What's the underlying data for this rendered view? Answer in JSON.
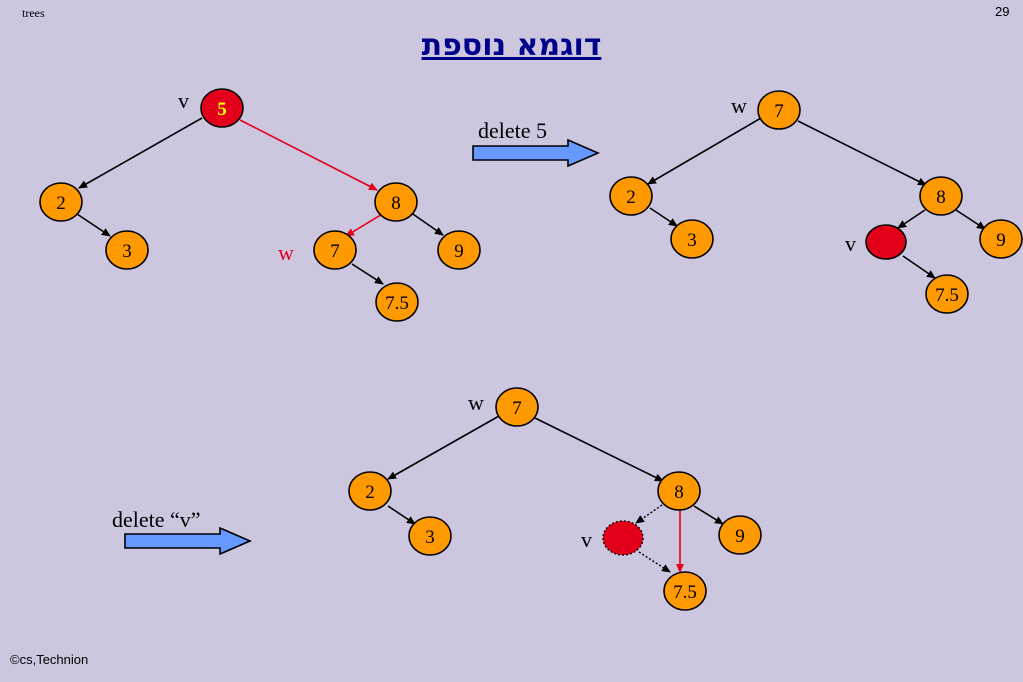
{
  "header": {
    "left": "trees",
    "page_number": "29"
  },
  "title": "דוגמא נוספת",
  "footer": "©cs,Technion",
  "colors": {
    "background": "#cdc6df",
    "node_fill": "#ff9900",
    "highlight_fill": "#e2001a",
    "red_line": "#e2001a",
    "arrow_fill": "#6699ff",
    "title_color": "#00008b"
  },
  "diagram1": {
    "nodes": [
      {
        "id": "n5",
        "label": "5",
        "fill": "red"
      },
      {
        "id": "n2",
        "label": "2"
      },
      {
        "id": "n3",
        "label": "3"
      },
      {
        "id": "n8",
        "label": "8"
      },
      {
        "id": "n7",
        "label": "7"
      },
      {
        "id": "n9",
        "label": "9"
      },
      {
        "id": "n75",
        "label": "7.5"
      }
    ],
    "labels": {
      "v": "v",
      "w": "w"
    }
  },
  "diagram2": {
    "nodes": [
      {
        "id": "m7",
        "label": "7"
      },
      {
        "id": "m2",
        "label": "2"
      },
      {
        "id": "m3",
        "label": "3"
      },
      {
        "id": "m8",
        "label": "8"
      },
      {
        "id": "mv",
        "label": "",
        "fill": "red"
      },
      {
        "id": "m9",
        "label": "9"
      },
      {
        "id": "m75",
        "label": "7.5"
      }
    ],
    "labels": {
      "v": "v",
      "w": "w"
    }
  },
  "diagram3": {
    "nodes": [
      {
        "id": "k7",
        "label": "7"
      },
      {
        "id": "k2",
        "label": "2"
      },
      {
        "id": "k3",
        "label": "3"
      },
      {
        "id": "k8",
        "label": "8"
      },
      {
        "id": "kv",
        "label": "",
        "fill": "red-dotted"
      },
      {
        "id": "k9",
        "label": "9"
      },
      {
        "id": "k75",
        "label": "7.5"
      }
    ],
    "labels": {
      "v": "v",
      "w": "w"
    }
  },
  "arrows": {
    "first": "delete 5",
    "second": "delete “v”"
  }
}
